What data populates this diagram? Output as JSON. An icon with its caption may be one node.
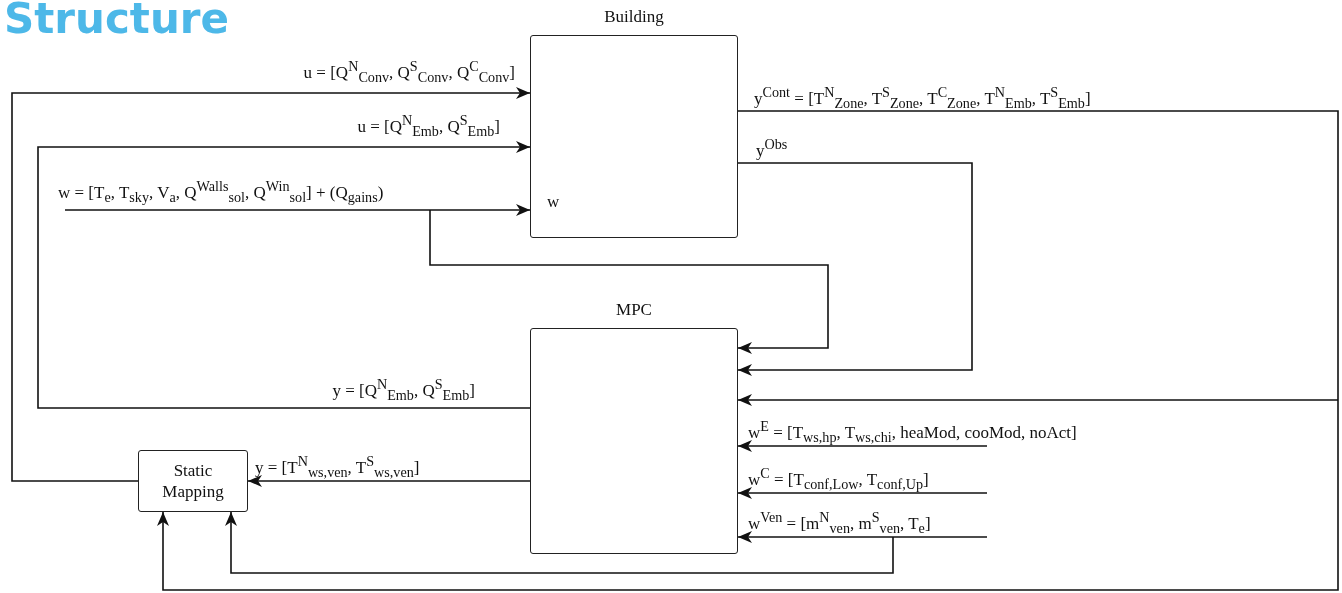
{
  "diagram": {
    "title": "Structure",
    "nodes": [
      {
        "text": [
          "Building",
          "w"
        ]
      },
      {
        "text": [
          "MPC"
        ]
      },
      {
        "text": [
          "Static Mapping"
        ]
      }
    ],
    "edges": [
      {
        "from": 2,
        "to": 0,
        "arrow": "to",
        "label": "u = [Q$^{N}$$_{Conv}$, Q$^{S}$$_{Conv}$, Q$^{C}$$_{Conv}$]"
      },
      {
        "from": 1,
        "to": 0,
        "arrow": "to",
        "label": "u = [Q$^{N}$$_{Emb}$, Q$^{S}$$_{Emb}$]"
      },
      {
        "from": null,
        "to": 0,
        "arrow": "to",
        "label": "w = [T$_{e}$, T$_{sky}$, V$_{a}$, Q$^{Walls}$$_{sol}$, Q$^{Win}$$_{sol}$] + (Q$_{gains}$)"
      },
      {
        "from": null,
        "to": 1,
        "arrow": "to"
      },
      {
        "from": 0,
        "to": 1,
        "arrow": "to",
        "label": "y$^{Cont}$ = [T$^{N}$$_{Zone}$, T$^{S}$$_{Zone}$, T$^{C}$$_{Zone}$, T$^{N}$$_{Emb}$, T$^{S}$$_{Emb}$]"
      },
      {
        "from": 0,
        "to": 2,
        "arrow": "to"
      },
      {
        "from": 0,
        "to": 1,
        "arrow": "to",
        "label": "y$^{Obs}$"
      },
      {
        "from": null,
        "to": 1,
        "arrow": "to",
        "label": "w$^{E}$ = [T$_{ws,hp}$, T$_{ws,chi}$, heaMod, cooMod, noAct]"
      },
      {
        "from": null,
        "to": 1,
        "arrow": "to",
        "label": "w$^{C}$ = [T$_{conf,Low}$, T$_{conf,Up}$]"
      },
      {
        "from": null,
        "to": 1,
        "arrow": "to",
        "label": "w$^{Ven}$ = [m$^{N}$$_{ven}$, m$^{S}$$_{ven}$, T$_{e}$]"
      },
      {
        "from": null,
        "to": 2,
        "arrow": "to"
      },
      {
        "from": 1,
        "to": 2,
        "arrow": "to",
        "label": "y = [T$^{N}$$_{ws,ven}$, T$^{S}$$_{ws,ven}$]"
      }
    ],
    "labels": [
      "y = [Q$^{N}$$_{Emb}$, Q$^{S}$$_{Emb}$]"
    ]
  }
}
